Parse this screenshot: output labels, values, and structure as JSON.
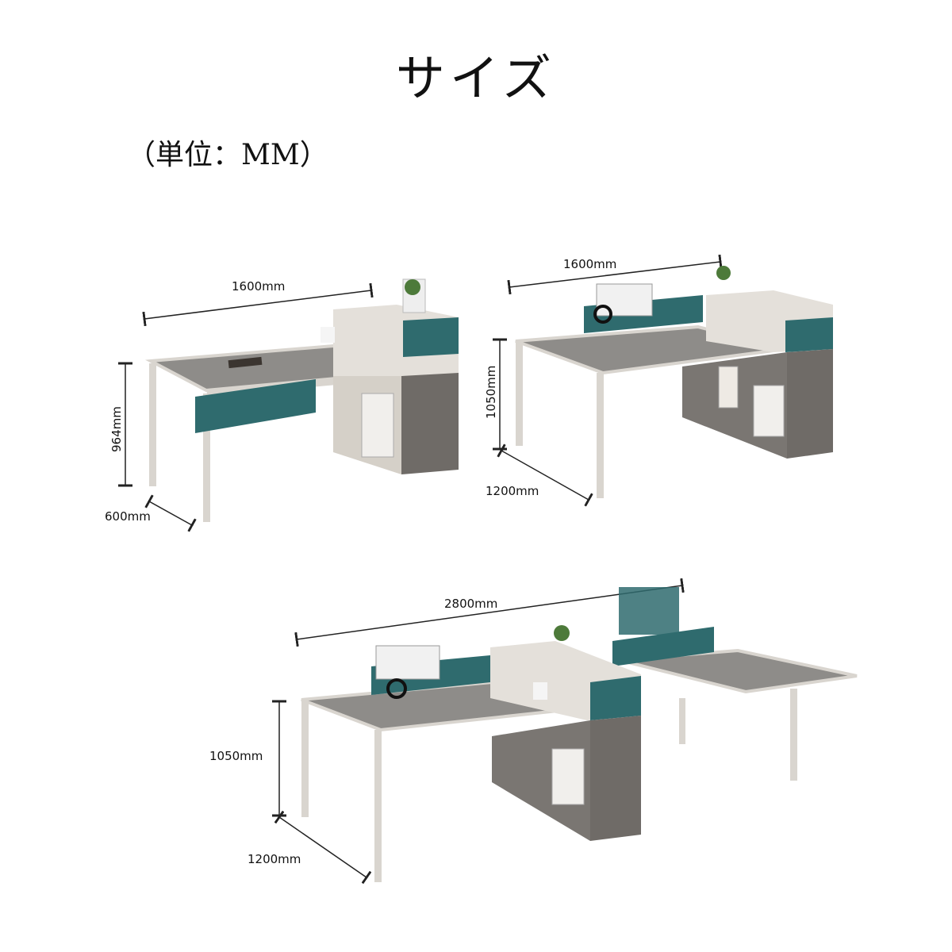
{
  "page": {
    "title": "サイズ",
    "unit_note": "（単位：MM）"
  },
  "figures": [
    {
      "name": "single-desk",
      "width_label": "1600mm",
      "height_label": "964mm",
      "depth_label": "600mm"
    },
    {
      "name": "double-desk-with-cabinet",
      "width_label": "1600mm",
      "height_label": "1050mm",
      "depth_label": "1200mm"
    },
    {
      "name": "four-seat-workstation",
      "width_label": "2800mm",
      "height_label": "1050mm",
      "depth_label": "1200mm"
    }
  ],
  "colors": {
    "desktop_grey": "#8e8c89",
    "frame_beige": "#d9d5cf",
    "teal_panel": "#2f6b6e",
    "cabinet_wood": "#6f6b67",
    "cabinet_light": "#e4e0da"
  }
}
